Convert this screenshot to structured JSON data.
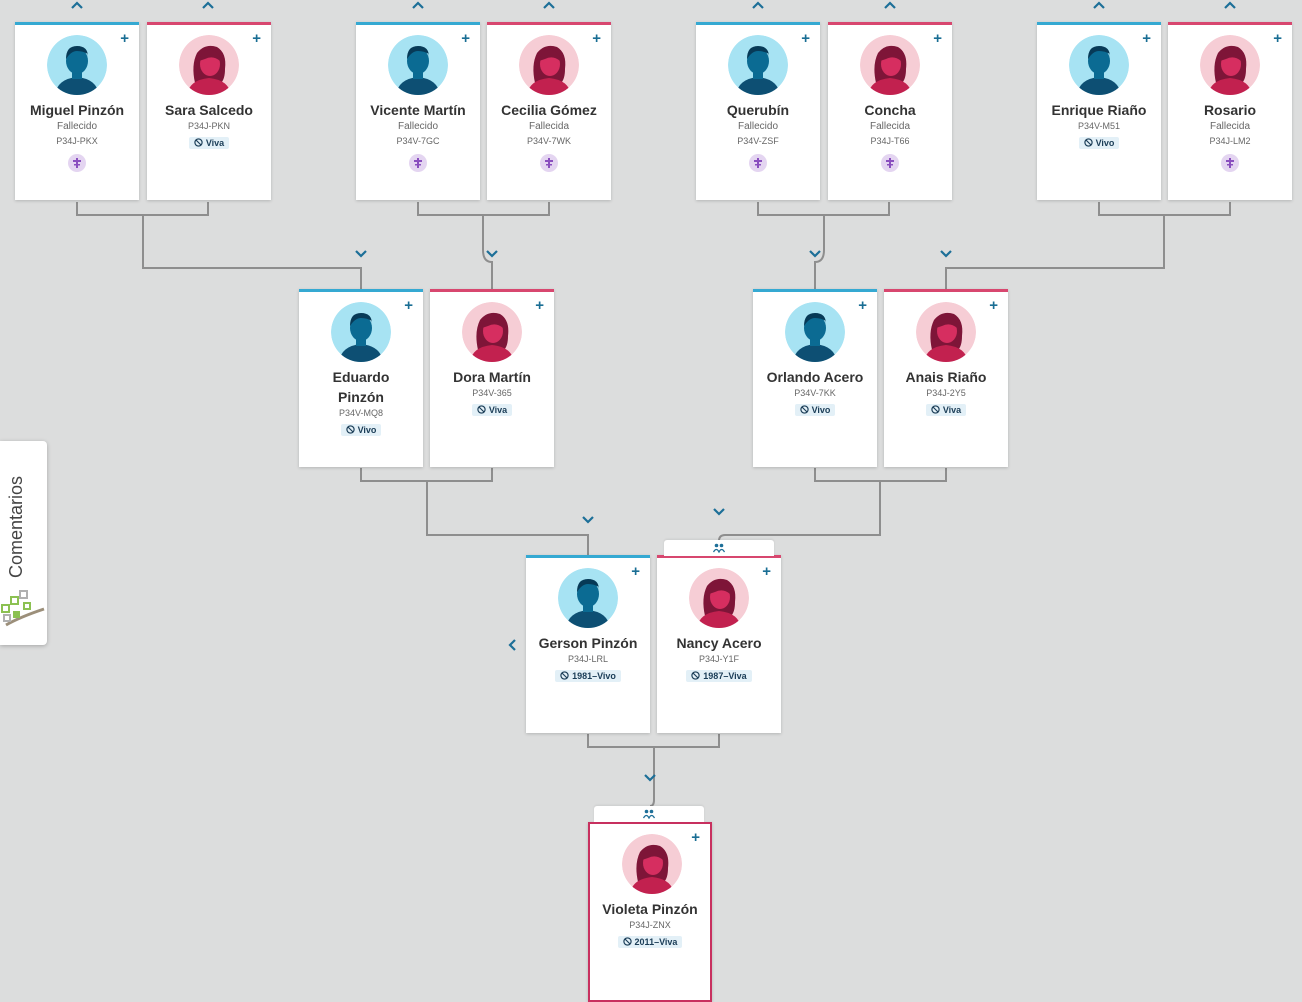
{
  "comments_tab": {
    "label": "Comentarios"
  },
  "colors": {
    "male_accent": "#35a9d2",
    "female_accent": "#d8476f",
    "focus_border": "#c8305f",
    "link_blue": "#1d6f98",
    "badge_bg": "#e3f0f7",
    "memorial_bg": "#e4d5f1",
    "line": "#8e8e8e",
    "background": "#dcdddd"
  },
  "people": [
    {
      "id": "miguel",
      "name": "Miguel Pinzón",
      "sex": "male",
      "status": "Fallecido",
      "pid": "P34J-PKX",
      "badge": null,
      "memorial": true
    },
    {
      "id": "sara",
      "name": "Sara Salcedo",
      "sex": "female",
      "status": null,
      "pid": "P34J-PKN",
      "badge": "Viva",
      "memorial": false
    },
    {
      "id": "vicente",
      "name": "Vicente Martín",
      "sex": "male",
      "status": "Fallecido",
      "pid": "P34V-7GC",
      "badge": null,
      "memorial": true
    },
    {
      "id": "cecilia",
      "name": "Cecilia Gómez",
      "sex": "female",
      "status": "Fallecida",
      "pid": "P34V-7WK",
      "badge": null,
      "memorial": true
    },
    {
      "id": "querubin",
      "name": "Querubín",
      "sex": "male",
      "status": "Fallecido",
      "pid": "P34V-ZSF",
      "badge": null,
      "memorial": true
    },
    {
      "id": "concha",
      "name": "Concha",
      "sex": "female",
      "status": "Fallecida",
      "pid": "P34J-T66",
      "badge": null,
      "memorial": true
    },
    {
      "id": "enrique",
      "name": "Enrique Riaño",
      "sex": "male",
      "status": null,
      "pid": "P34V-M51",
      "badge": "Vivo",
      "memorial": false
    },
    {
      "id": "rosario",
      "name": "Rosario",
      "sex": "female",
      "status": "Fallecida",
      "pid": "P34J-LM2",
      "badge": null,
      "memorial": true
    },
    {
      "id": "eduardo",
      "name": "Eduardo Pinzón",
      "sex": "male",
      "status": null,
      "pid": "P34V-MQ8",
      "badge": "Vivo",
      "memorial": false
    },
    {
      "id": "dora",
      "name": "Dora Martín",
      "sex": "female",
      "status": null,
      "pid": "P34V-365",
      "badge": "Viva",
      "memorial": false
    },
    {
      "id": "orlando",
      "name": "Orlando Acero",
      "sex": "male",
      "status": null,
      "pid": "P34V-7KK",
      "badge": "Vivo",
      "memorial": false
    },
    {
      "id": "anais",
      "name": "Anais Riaño",
      "sex": "female",
      "status": null,
      "pid": "P34J-2Y5",
      "badge": "Viva",
      "memorial": false
    },
    {
      "id": "gerson",
      "name": "Gerson Pinzón",
      "sex": "male",
      "status": null,
      "pid": "P34J-LRL",
      "badge": "1981–Vivo",
      "memorial": false
    },
    {
      "id": "nancy",
      "name": "Nancy Acero",
      "sex": "female",
      "status": null,
      "pid": "P34J-Y1F",
      "badge": "1987–Viva",
      "memorial": false
    },
    {
      "id": "violeta",
      "name": "Violeta Pinzón",
      "sex": "female",
      "status": null,
      "pid": "P34J-ZNX",
      "badge": "2011–Viva",
      "memorial": false,
      "focus": true
    }
  ]
}
